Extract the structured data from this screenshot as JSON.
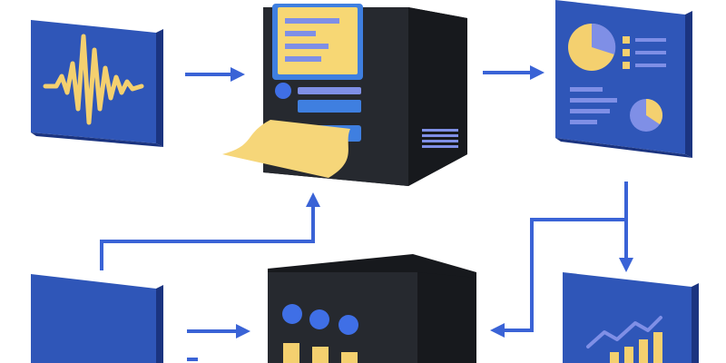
{
  "colors": {
    "panel_blue": "#2f56b8",
    "panel_side": "#1b3480",
    "arrow_blue": "#3a63d6",
    "server_dark": "#26292f",
    "server_side": "#17191d",
    "screen_yellow": "#f7d774",
    "screen_frame": "#3f7fe0",
    "line_lavender": "#7f8fe6",
    "paper_yellow": "#f6d679",
    "wave_yellow": "#f4d06f",
    "led_blue": "#3f6fe6"
  },
  "nodes": [
    {
      "id": "signal-panel",
      "icon": "waveform-icon"
    },
    {
      "id": "report-server",
      "icon": "printer-terminal-icon"
    },
    {
      "id": "dashboard-panel",
      "icon": "pie-checklist-icon"
    },
    {
      "id": "data-panel",
      "icon": "blank-panel-icon"
    },
    {
      "id": "storage-server",
      "icon": "server-rack-icon"
    },
    {
      "id": "analytics-panel",
      "icon": "trend-chart-icon"
    }
  ],
  "edges": [
    {
      "from": "signal-panel",
      "to": "report-server"
    },
    {
      "from": "report-server",
      "to": "dashboard-panel"
    },
    {
      "from": "dashboard-panel",
      "to": "analytics-panel"
    },
    {
      "from": "data-panel",
      "to": "storage-server"
    },
    {
      "from": "data-panel",
      "to": "report-server"
    },
    {
      "from": "dashboard-panel",
      "to": "storage-server"
    }
  ]
}
